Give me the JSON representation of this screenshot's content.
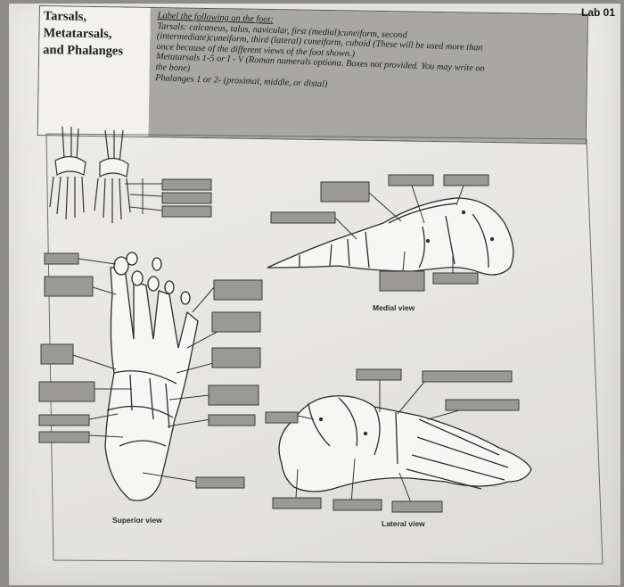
{
  "header": {
    "title_lines": [
      "Tarsals,",
      "Metatarsals,",
      "and Phalanges"
    ],
    "lab_label": "Lab 01",
    "instructions": [
      "Label the following on the foot:",
      "Tarsals:  calcaneus, talus, navicular, first (medial)cuneiform, second",
      "(intermediate)cuneiform, third (lateral) cuneiform, cuboid (These will be used more than",
      "once because of the different views of the foot shown.)",
      "Metatarsals 1-5 or I - V (Roman numerals optiona. Boxes not provided. You may write on",
      "the bone)",
      "Phalanges 1 or 2- (proximal, middle, or distal)"
    ]
  },
  "views": {
    "medial": "Medial view",
    "superior": "Superior view",
    "lateral": "Lateral view"
  }
}
